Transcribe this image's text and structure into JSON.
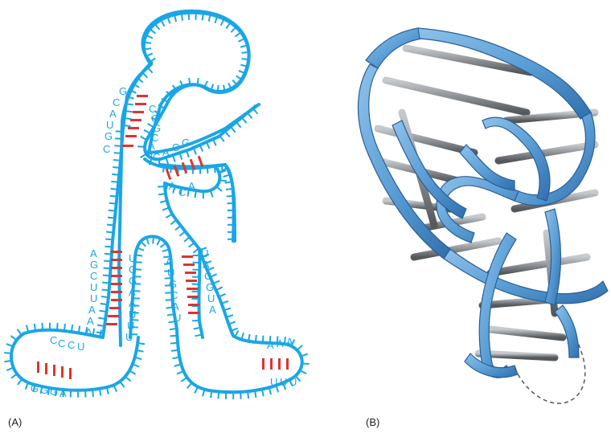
{
  "panels": {
    "a_label": "(A)",
    "b_label": "(B)"
  },
  "colors": {
    "strand": "#1aa6e6",
    "base_pair": "#e0332f",
    "ribbon": "#5c9fd6",
    "ribbon_dark": "#3a78b5",
    "rod": "#8e9296"
  },
  "sequences": {
    "left_stem_5p": [
      "A",
      "G",
      "C",
      "U",
      "U",
      "A",
      "A",
      "A"
    ],
    "left_stem_3p": [
      "U",
      "C",
      "G",
      "A",
      "A",
      "U",
      "U",
      "U"
    ],
    "right_stem_5p": [
      "A",
      "U",
      "G",
      "C",
      "A",
      "U"
    ],
    "right_stem_3p": [
      "U",
      "A",
      "C",
      "G",
      "U",
      "A"
    ],
    "top_stem_5p": [
      "G",
      "C",
      "A",
      "U",
      "G",
      "C"
    ],
    "top_stem_3p": [
      "C",
      "C",
      "G",
      "C",
      "A",
      "G"
    ],
    "middle_loop": [
      "C",
      "A",
      "C",
      "G",
      "A",
      "C",
      "A"
    ],
    "left_foot_top": [
      "C",
      "C",
      "C",
      "U"
    ],
    "left_foot_bottom": [
      "G",
      "G",
      "G",
      "A"
    ],
    "right_foot_top": [
      "A",
      "A",
      "A"
    ],
    "right_foot_bottom": [
      "U",
      "U",
      "U"
    ]
  }
}
